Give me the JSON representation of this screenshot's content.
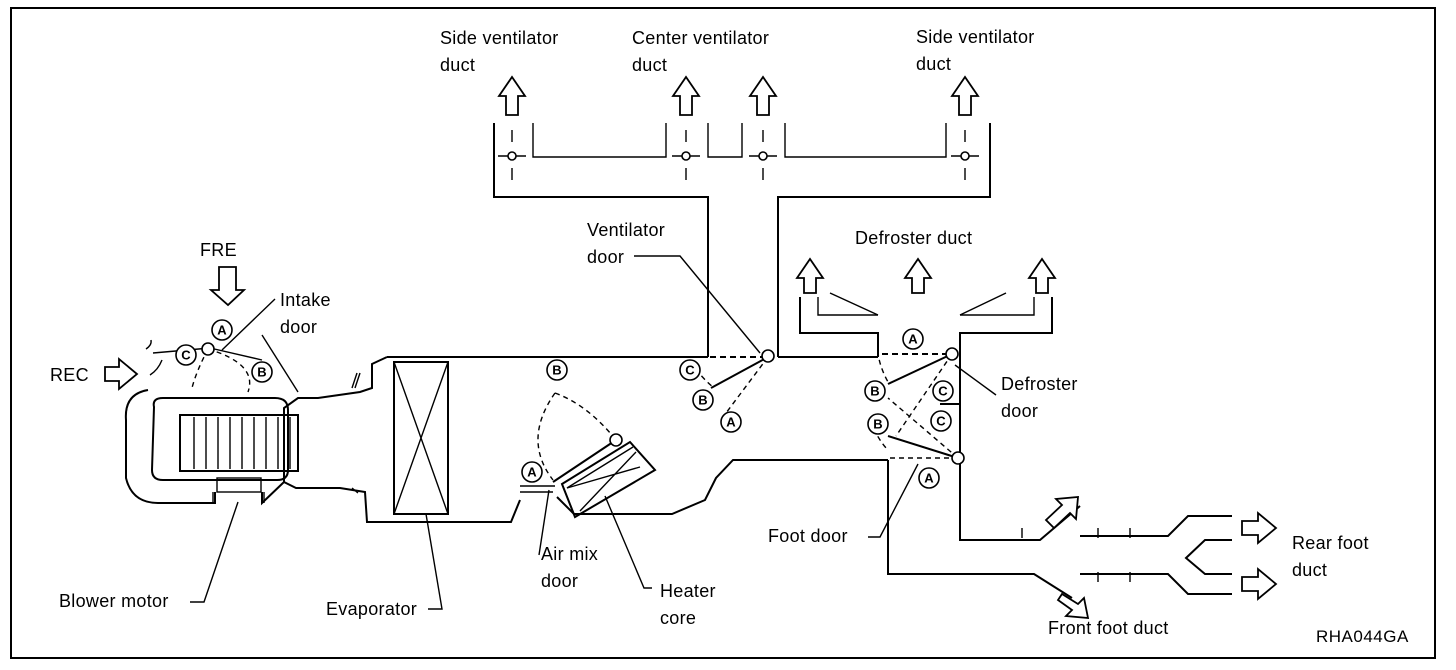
{
  "labels": {
    "side_vent_left": "Side ventilator\nduct",
    "center_vent": "Center ventilator\nduct",
    "side_vent_right": "Side ventilator\nduct",
    "fre": "FRE",
    "intake_door": "Intake\ndoor",
    "rec": "REC",
    "ventilator_door": "Ventilator\ndoor",
    "defroster_duct": "Defroster duct",
    "defroster_door": "Defroster\ndoor",
    "foot_door": "Foot door",
    "rear_foot_duct": "Rear foot\nduct",
    "front_foot_duct": "Front foot duct",
    "air_mix_door": "Air mix\ndoor",
    "heater_core": "Heater\ncore",
    "evaporator": "Evaporator",
    "blower_motor": "Blower motor",
    "figure_ref": "RHA044GA"
  },
  "positions": {
    "a": "A",
    "b": "B",
    "c": "C"
  }
}
